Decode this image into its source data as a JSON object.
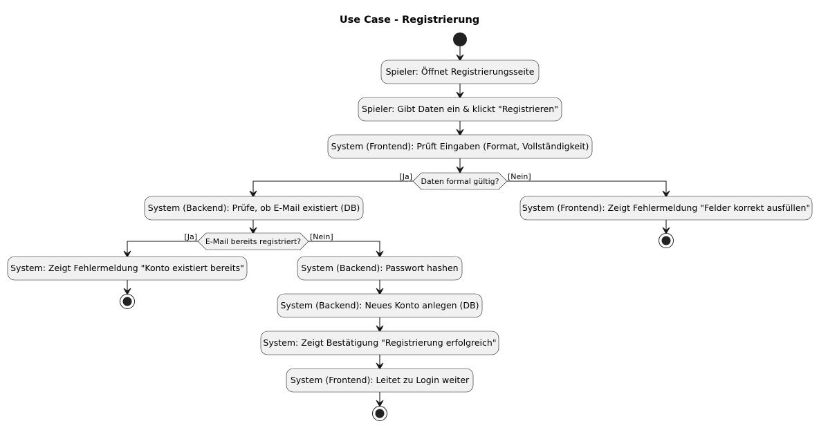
{
  "title": "Use Case - Registrierung",
  "activities": {
    "open_page": "Spieler: Öffnet Registrierungsseite",
    "enter_data": "Spieler: Gibt Daten ein & klickt \"Registrieren\"",
    "frontend_check": "System (Frontend): Prüft Eingaben (Format, Vollständigkeit)",
    "backend_check_email": "System (Backend): Prüfe, ob E-Mail existiert (DB)",
    "error_fields": "System (Frontend): Zeigt Fehlermeldung \"Felder korrekt ausfüllen\"",
    "error_account_exists": "System: Zeigt Fehlermeldung \"Konto existiert bereits\"",
    "hash_password": "System (Backend): Passwort hashen",
    "create_account": "System (Backend): Neues Konto anlegen (DB)",
    "confirm": "System: Zeigt Bestätigung \"Registrierung erfolgreich\"",
    "redirect_login": "System (Frontend): Leitet zu Login weiter"
  },
  "decisions": {
    "data_valid": {
      "question": "Daten formal gültig?",
      "yes_label": "[Ja]",
      "no_label": "[Nein]"
    },
    "email_registered": {
      "question": "E-Mail bereits registriert?",
      "yes_label": "[Ja]",
      "no_label": "[Nein]"
    }
  },
  "colors": {
    "node_fill": "#f1f1f1",
    "stroke": "#181818",
    "start_end": "#222222",
    "background": "#ffffff"
  }
}
